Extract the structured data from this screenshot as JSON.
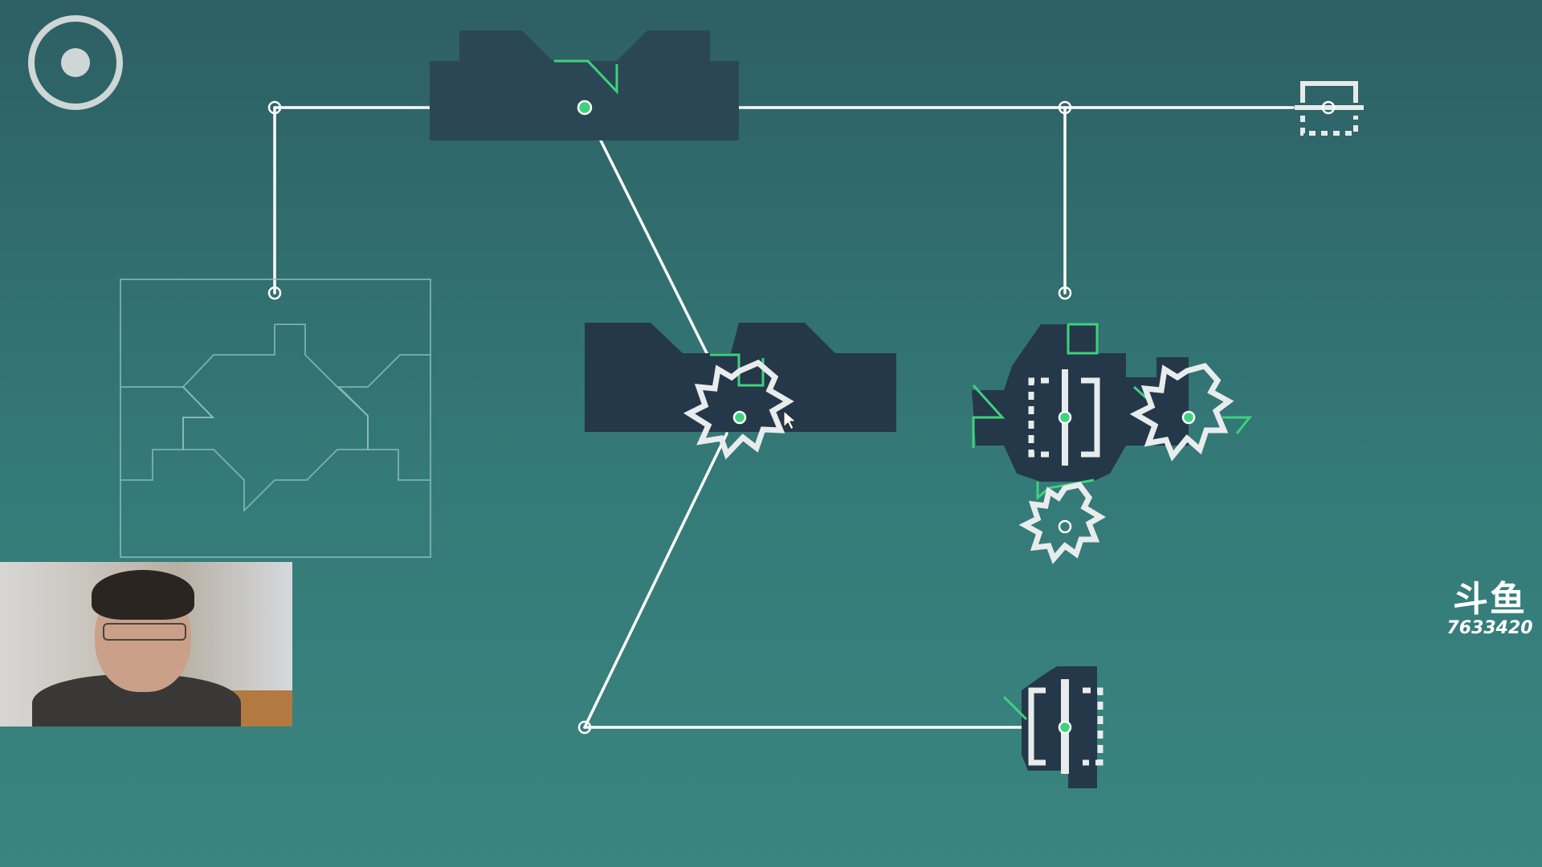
{
  "game": {
    "background_color": "#347a78",
    "accent_color": "#3ed27c",
    "piece_color": "#24384a"
  },
  "hud": {
    "menu_icon": "target-circle-icon",
    "hint_icon": "layered-tray-icon"
  },
  "pieces": [
    {
      "name": "top-gate-block"
    },
    {
      "name": "middle-saw-block"
    },
    {
      "name": "right-clamp-block"
    },
    {
      "name": "bottom-clamp-block"
    }
  ],
  "target_preview": {
    "icon": "target-shape-outline"
  },
  "webcam": {
    "label": "streamer-webcam"
  },
  "watermark": {
    "brand": "斗鱼",
    "room_id": "7633420"
  }
}
